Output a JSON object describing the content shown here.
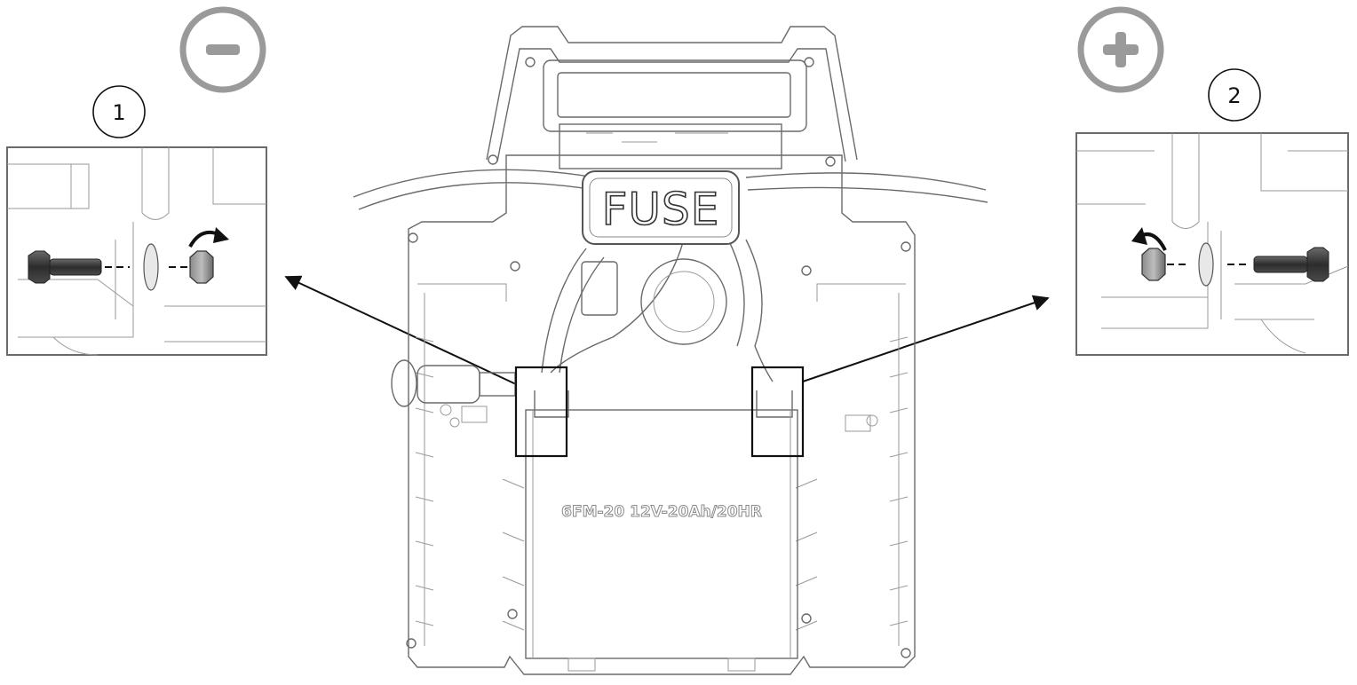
{
  "steps": [
    {
      "number": "1",
      "terminal": "-",
      "terminal_meaning": "negative",
      "rotation": "clockwise"
    },
    {
      "number": "2",
      "terminal": "+",
      "terminal_meaning": "positive",
      "rotation": "counterclockwise"
    }
  ],
  "device": {
    "fuse_label": "FUSE",
    "battery_label": "6FM-20 12V-20Ah/20HR"
  },
  "colors": {
    "terminal_symbol": "#9a9a9a",
    "bolt": "#3a3a3a",
    "line_art": "#6a6a6a",
    "callout": "#111111"
  },
  "icons": [
    "minus-circle-icon",
    "plus-circle-icon",
    "bolt-icon",
    "nut-icon",
    "rotate-arrow-icon"
  ]
}
